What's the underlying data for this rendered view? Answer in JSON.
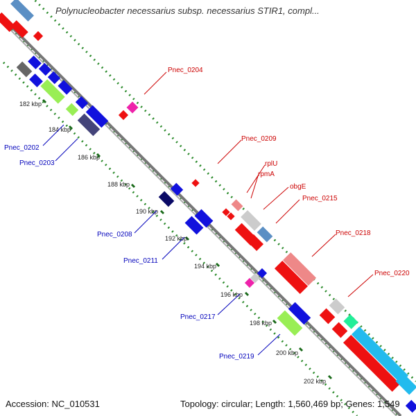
{
  "title": "Polynucleobacter necessarius subsp. necessarius STIR1, compl...",
  "footer": {
    "accession": "Accession: NC_010531",
    "summary": "Topology: circular; Length: 1,560,469 bp; Genes: 1,549"
  },
  "ticks": [
    "182 kbp",
    "184 kbp",
    "186 kbp",
    "188 kbp",
    "190 kbp",
    "192 kbp",
    "194 kbp",
    "196 kbp",
    "198 kbp",
    "200 kbp",
    "202 kbp"
  ],
  "labels_top": [
    "Pnec_0204",
    "Pnec_0209",
    "rplU",
    "rpmA",
    "obgE",
    "Pnec_0215",
    "Pnec_0218",
    "Pnec_0220"
  ],
  "labels_bottom": [
    "Pnec_0202",
    "Pnec_0203",
    "Pnec_0208",
    "Pnec_0211",
    "Pnec_0217",
    "Pnec_0219"
  ],
  "colors": {
    "forward_label": "#cc0000",
    "reverse_label": "#0000bb",
    "dotted_track": "#2a8a2a",
    "backbone": "#888888"
  }
}
